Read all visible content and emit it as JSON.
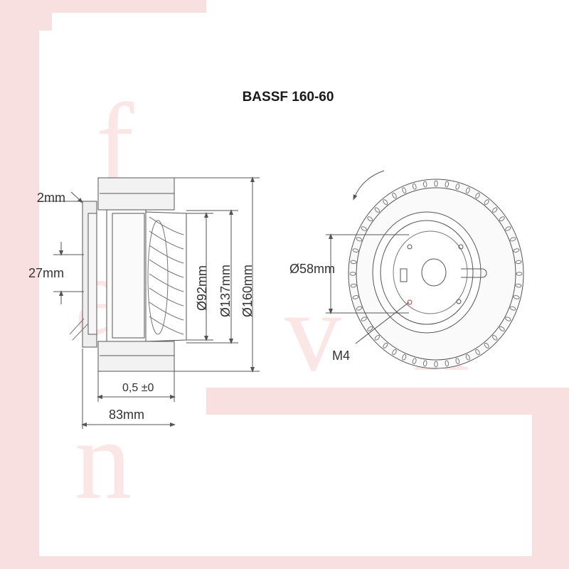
{
  "title": "BASSF 160-60",
  "dimensions": {
    "d2mm": "2mm",
    "d27mm": "27mm",
    "d92": "Ø92mm",
    "d137": "Ø137mm",
    "d160": "Ø160mm",
    "d05": "0,5 ±0",
    "d83": "83mm",
    "d58": "Ø58mm",
    "m4": "M4"
  },
  "watermark": {
    "letters": "f a v n",
    "color": "#f7d9d9"
  },
  "colors": {
    "line": "#555555",
    "text": "#333333"
  }
}
